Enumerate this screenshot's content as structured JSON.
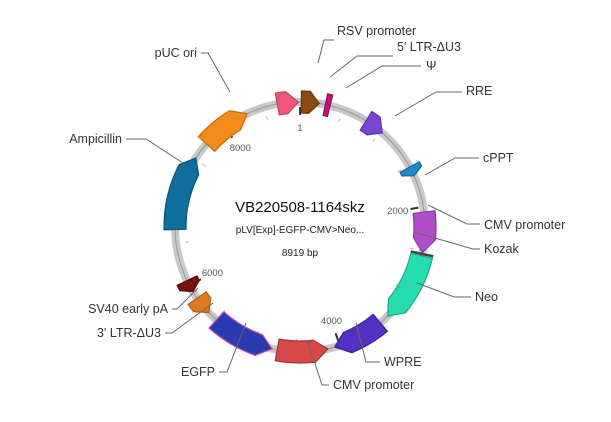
{
  "plasmid": {
    "name": "VB220508-1164skz",
    "description": "pLV[Exp]-EGFP-CMV>Neo...",
    "length_label": "8919 bp",
    "length_bp": 8919
  },
  "ticks": [
    {
      "bp": 1,
      "label": "1"
    },
    {
      "bp": 2000,
      "label": "2000"
    },
    {
      "bp": 4000,
      "label": "4000"
    },
    {
      "bp": 6000,
      "label": "6000"
    },
    {
      "bp": 8000,
      "label": "8000"
    }
  ],
  "features": [
    {
      "name": "RSV promoter",
      "label": "RSV promoter",
      "start": 8660,
      "end": 8900,
      "strand": 1,
      "color": "#f0567a",
      "stroke": "#c83c5e"
    },
    {
      "name": "5' LTR-ΔU3",
      "label": "5' LTR-ΔU3",
      "start": 15,
      "end": 220,
      "strand": 1,
      "color": "#8b4a12",
      "stroke": "#6a360a"
    },
    {
      "name": "Ψ",
      "label": "Ψ",
      "start": 290,
      "end": 345,
      "strand": 1,
      "color": "#c2157a",
      "stroke": "#8f0f59"
    },
    {
      "name": "RRE",
      "label": "RRE",
      "start": 790,
      "end": 1020,
      "strand": 1,
      "color": "#7a45d6",
      "stroke": "#5a2fb0"
    },
    {
      "name": "cPPT",
      "label": "cPPT",
      "start": 1520,
      "end": 1630,
      "strand": 1,
      "color": "#1e88c8",
      "stroke": "#16689b"
    },
    {
      "name": "CMV promoter",
      "label": "CMV promoter",
      "start": 2060,
      "end": 2520,
      "strand": 1,
      "color": "#b04ec9",
      "stroke": "#8a36a0"
    },
    {
      "name": "Kozak",
      "label": "Kozak",
      "start": 2530,
      "end": 2545,
      "strand": 1,
      "color": "#444444",
      "stroke": "#444444"
    },
    {
      "name": "Neo",
      "label": "Neo",
      "start": 2560,
      "end": 3355,
      "strand": 1,
      "color": "#27ddb0",
      "stroke": "#1aa886"
    },
    {
      "name": "WPRE",
      "label": "WPRE",
      "start": 3470,
      "end": 4060,
      "strand": 1,
      "color": "#5530c4",
      "stroke": "#3c2096"
    },
    {
      "name": "CMV promoter 2",
      "label": "CMV promoter",
      "start": 4140,
      "end": 4720,
      "strand": -1,
      "color": "#d94848",
      "stroke": "#a63232"
    },
    {
      "name": "EGFP",
      "label": "EGFP",
      "start": 4780,
      "end": 5500,
      "strand": -1,
      "color": "#2a3ab0",
      "stroke": "#d14aa3"
    },
    {
      "name": "3' LTR-ΔU3",
      "label": "3' LTR-ΔU3",
      "start": 5620,
      "end": 5830,
      "strand": -1,
      "color": "#e07a22",
      "stroke": "#b05e14"
    },
    {
      "name": "SV40 early pA",
      "label": "SV40 early pA",
      "start": 5920,
      "end": 6060,
      "strand": -1,
      "color": "#7a0f0f",
      "stroke": "#5a0a0a"
    },
    {
      "name": "Ampicillin",
      "label": "Ampicillin",
      "start": 6660,
      "end": 7520,
      "strand": 1,
      "color": "#0f6e9c",
      "stroke": "#0a5478"
    },
    {
      "name": "pUC ori",
      "label": "pUC ori",
      "start": 7720,
      "end": 8300,
      "strand": 1,
      "color": "#f28b1b",
      "stroke": "#c46c0e"
    }
  ]
}
